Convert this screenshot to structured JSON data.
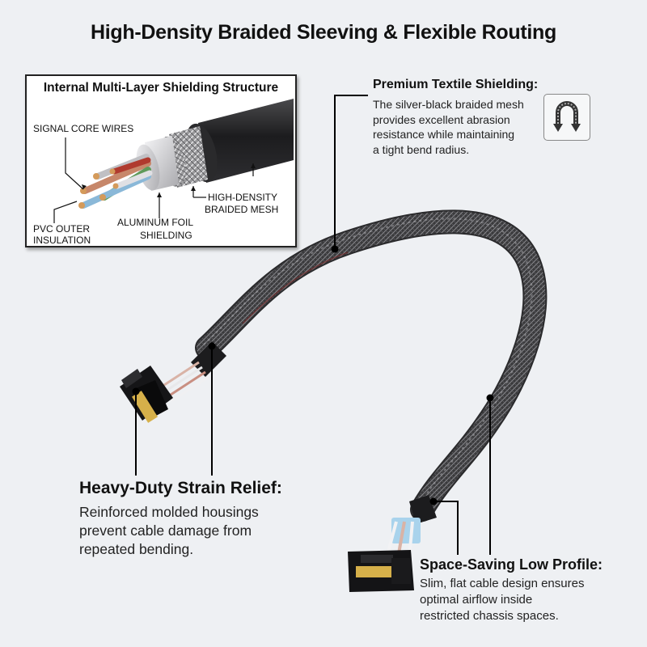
{
  "title": "High-Density Braided Sleeving & Flexible Routing",
  "inset": {
    "title": "Internal Multi-Layer Shielding Structure",
    "labels": {
      "signal": "SIGNAL CORE WIRES",
      "pvc_line1": "PVC OUTER",
      "pvc_line2": "INSULATION",
      "foil_line1": "ALUMINUM FOIL",
      "foil_line2": "SHIELDING",
      "mesh_line1": "HIGH-DENSITY",
      "mesh_line2": "BRAIDED MESH"
    }
  },
  "callouts": {
    "textile": {
      "heading": "Premium Textile Shielding:",
      "body": [
        "The silver-black braided mesh",
        "provides excellent abrasion",
        "resistance while maintaining",
        "a tight bend radius."
      ]
    },
    "strain": {
      "heading": "Heavy-Duty Strain Relief:",
      "body": [
        "Reinforced molded housings",
        "prevent cable damage from",
        "repeated bending."
      ]
    },
    "profile": {
      "heading": "Space-Saving Low Profile:",
      "body": [
        "Slim, flat cable design ensures",
        "optimal airflow inside",
        "restricted chassis spaces."
      ]
    }
  },
  "icons": {
    "bend": "u-bend-arrow-icon"
  }
}
